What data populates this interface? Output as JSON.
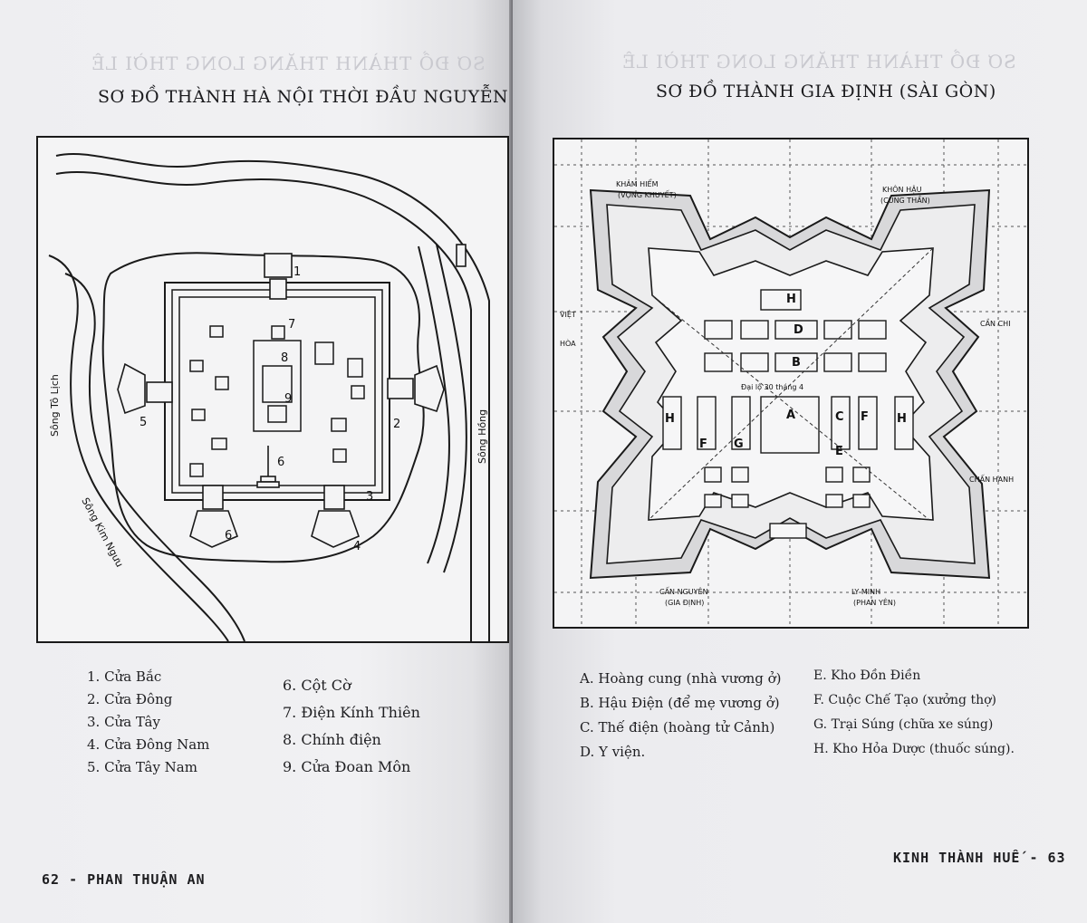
{
  "left_page": {
    "title": "SƠ ĐỒ THÀNH HÀ NỘI THỜI ĐẦU NGUYỄN",
    "map_labels": {
      "river_to_lich": "Sông Tô Lịch",
      "river_hong": "Sông Hồng",
      "river_kim_nguu": "Sông Kim Ngưu",
      "marker_1": "1",
      "marker_2": "2",
      "marker_3": "3",
      "marker_4": "4",
      "marker_5": "5",
      "marker_6": "6",
      "marker_7": "7",
      "marker_8": "8",
      "marker_9": "9",
      "marker_6b": "6"
    },
    "legend_col1": [
      "1. Cửa Bắc",
      "2. Cửa Đông",
      "3. Cửa Tây",
      "4. Cửa Đông Nam",
      "5. Cửa Tây Nam"
    ],
    "legend_col2": [
      "6. Cột Cờ",
      "7. Điện Kính Thiên",
      "8. Chính điện",
      "9. Cửa Đoan Môn"
    ],
    "footer": "62 - PHAN THUẬN AN"
  },
  "right_page": {
    "title": "SƠ ĐỒ THÀNH GIA ĐỊNH (SÀI GÒN)",
    "map_labels": {
      "gate_nw": "KHẢM HIỂM",
      "gate_nw_sub": "(VỌNG KHUYẾT)",
      "gate_ne": "KHÔN HẬU",
      "gate_ne_sub": "(CUNG THẦN)",
      "gate_sw": "CẤN NGUYÊN",
      "gate_sw_sub": "(GIA ĐỊNH)",
      "gate_se": "LY MINH",
      "gate_se_sub": "(PHAN YÊN)",
      "road_e": "CẦN CHI",
      "road_e2": "CHẤN HANH",
      "road_w": "VIỆT",
      "road_w2": "HÒA",
      "center_text": "Đại lộ 30 tháng 4",
      "block_a": "A",
      "block_b": "B",
      "block_c": "C",
      "block_d": "D",
      "block_e": "E",
      "block_f": "F",
      "block_f2": "F",
      "block_g": "G",
      "block_h": "H",
      "block_h2": "H",
      "block_h3": "H"
    },
    "legend_col1": [
      "A. Hoàng cung (nhà vương ở)",
      "B. Hậu Điện (để mẹ vương ở)",
      "C. Thế điện (hoàng tử Cảnh)",
      "D. Y viện."
    ],
    "legend_col2": [
      "E. Kho Đồn Điền",
      "F. Cuộc Chế Tạo (xưởng thợ)",
      "G. Trại Súng (chữa xe súng)",
      "H. Kho Hỏa Dược (thuốc súng)."
    ],
    "footer": "KINH THÀNH HUẾ - 63"
  }
}
